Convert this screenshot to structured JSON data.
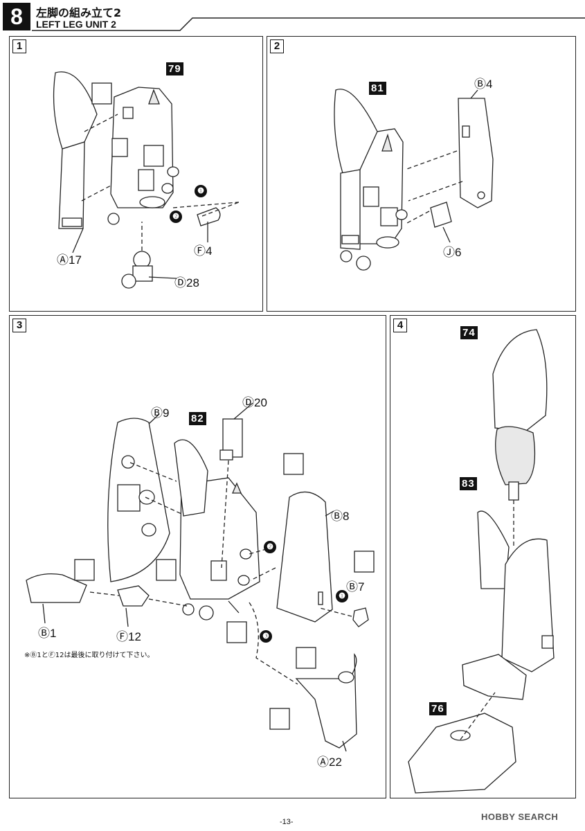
{
  "header": {
    "step": "8",
    "title_jp": "左脚の組み立て2",
    "title_en": "LEFT LEG UNIT 2"
  },
  "panels": [
    {
      "num": "1",
      "partno": "79",
      "labels": [
        "Ⓐ17",
        "Ⓕ4",
        "Ⓓ28"
      ],
      "badges": [
        "❶",
        "❷"
      ]
    },
    {
      "num": "2",
      "partno": "81",
      "labels": [
        "Ⓑ4",
        "Ⓙ6"
      ]
    },
    {
      "num": "3",
      "partno": "82",
      "labels": [
        "Ⓑ9",
        "Ⓓ20",
        "Ⓑ8",
        "Ⓑ7",
        "Ⓑ1",
        "Ⓕ12",
        "Ⓐ22"
      ],
      "badges": [
        "❷",
        "❶",
        "❸"
      ],
      "note": "※Ⓑ1とⒻ12は最後に取り付けて下さい。"
    },
    {
      "num": "4",
      "partnos": [
        "74",
        "83",
        "76"
      ]
    }
  ],
  "footer": {
    "page": "-13-",
    "watermark": "HOBBY SEARCH"
  }
}
